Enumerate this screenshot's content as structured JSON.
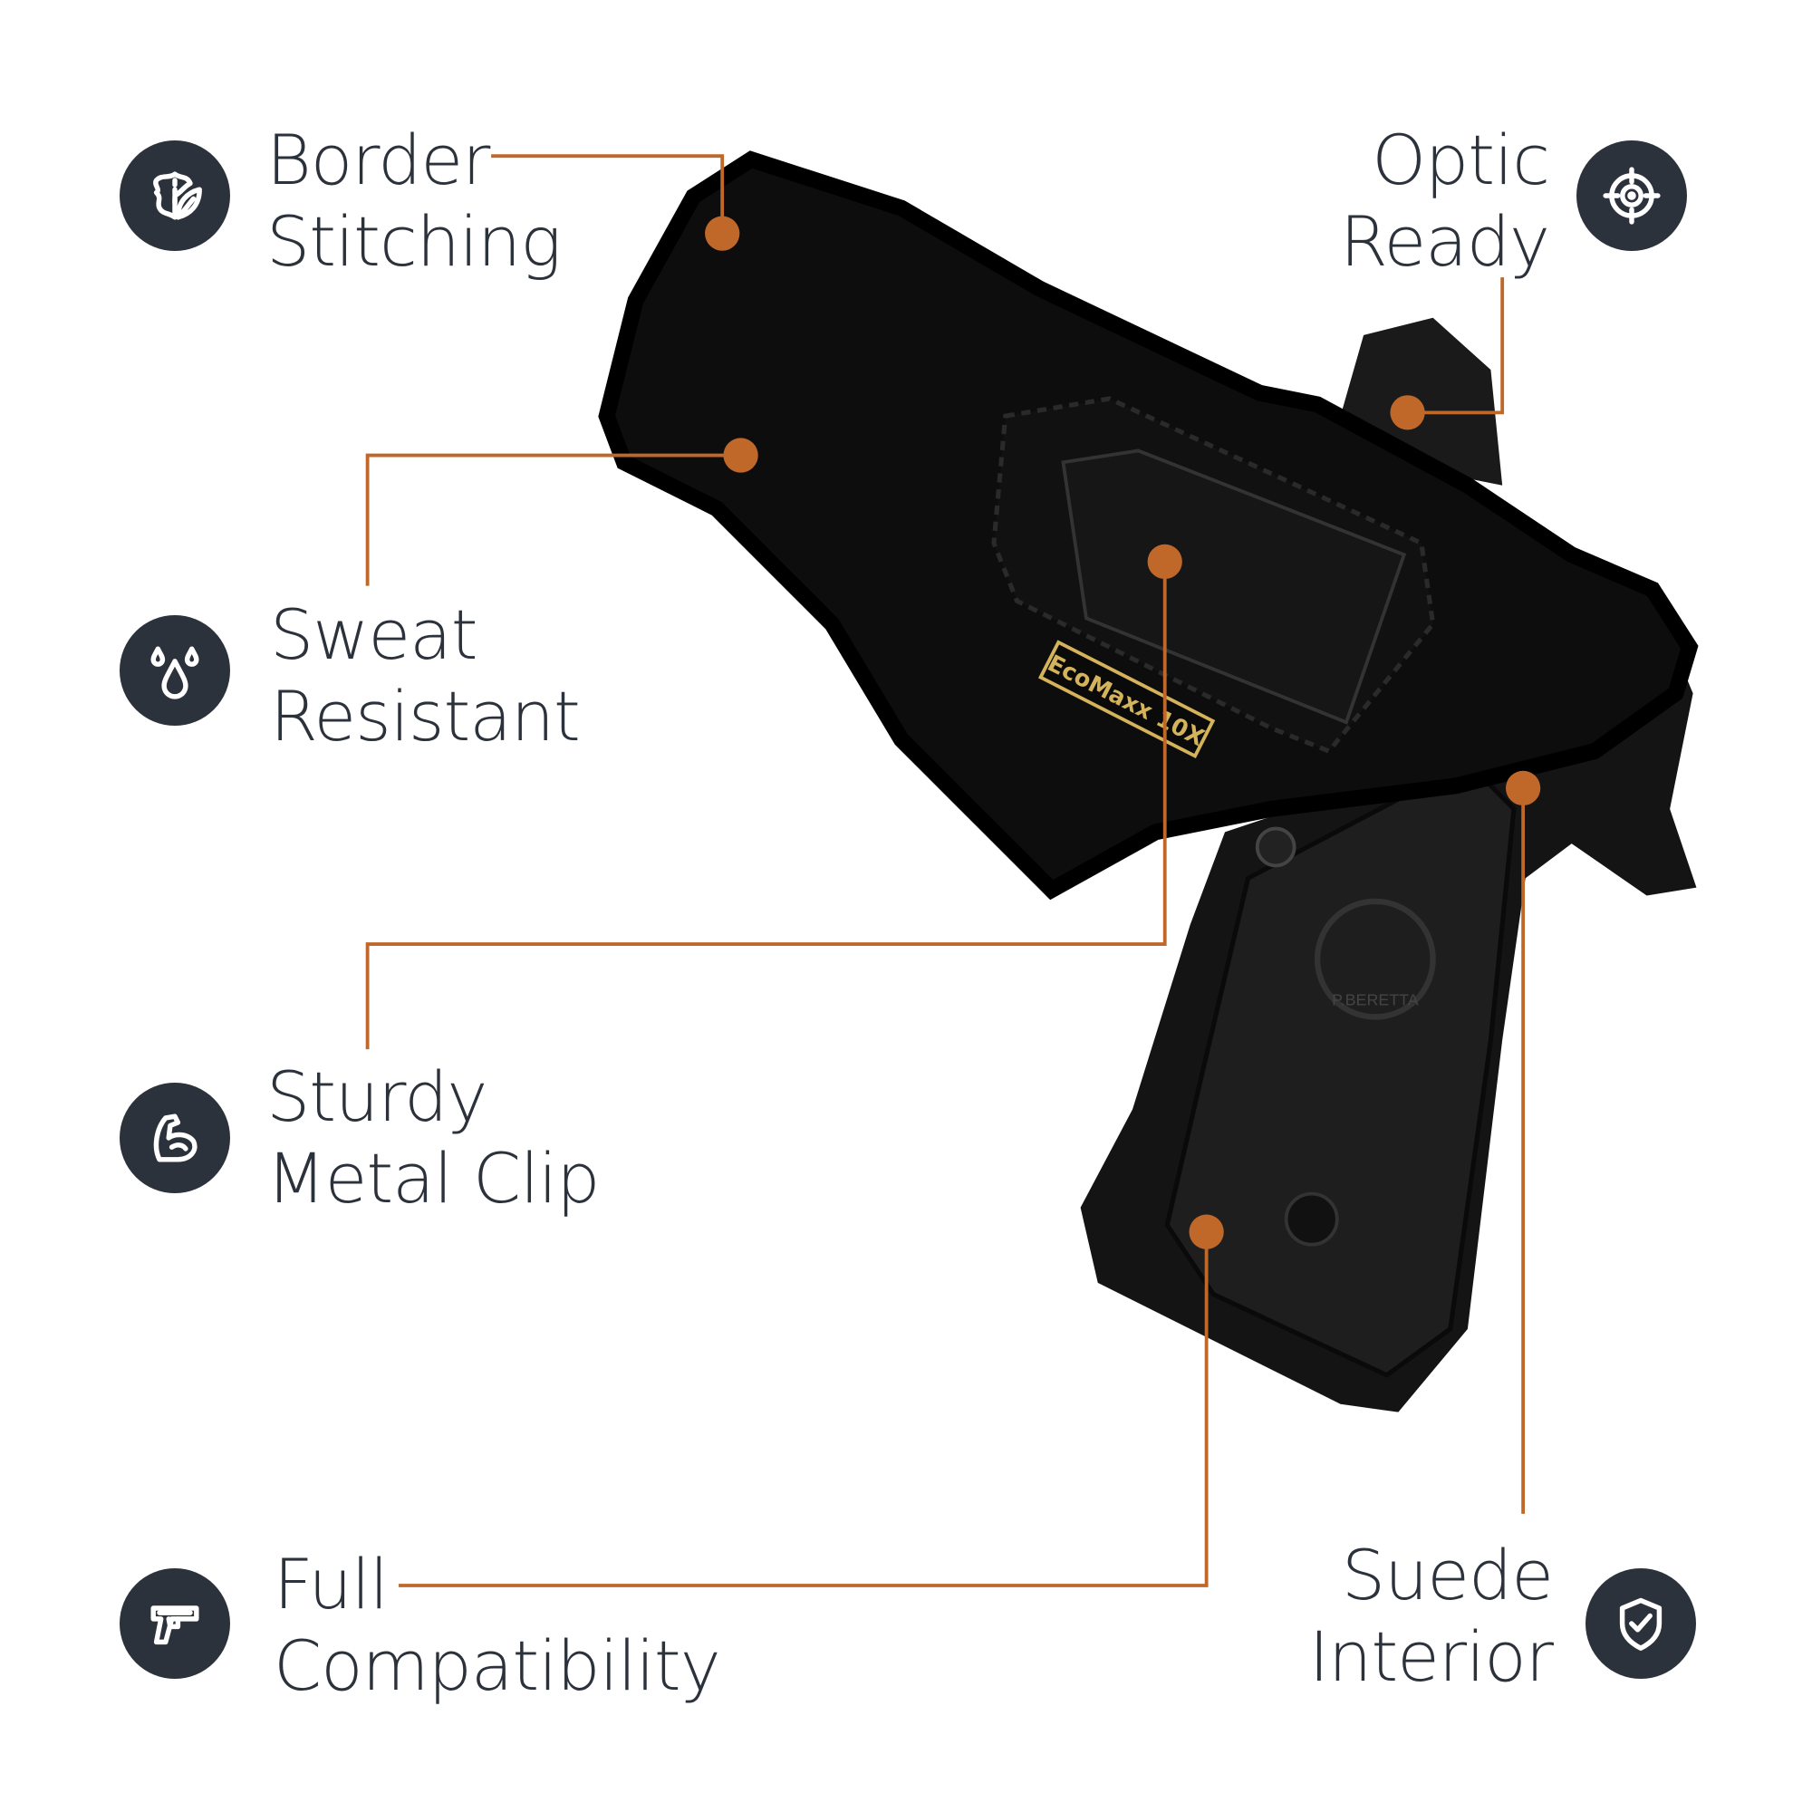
{
  "features": [
    {
      "id": "border-stitching",
      "lines": [
        "Border",
        "Stitching"
      ],
      "icon": "leather-leaf-icon"
    },
    {
      "id": "sweat-resistant",
      "lines": [
        "Sweat",
        "Resistant"
      ],
      "icon": "water-drops-icon"
    },
    {
      "id": "sturdy-metal-clip",
      "lines": [
        "Sturdy",
        "Metal Clip"
      ],
      "icon": "flexed-arm-icon"
    },
    {
      "id": "full-compatibility",
      "lines": [
        "Full",
        "Compatibility"
      ],
      "icon": "pistol-icon"
    },
    {
      "id": "optic-ready",
      "lines": [
        "Optic",
        "Ready"
      ],
      "icon": "crosshair-icon"
    },
    {
      "id": "suede-interior",
      "lines": [
        "Suede",
        "Interior"
      ],
      "icon": "shield-check-icon"
    }
  ],
  "product": {
    "badge": "EcoMaxx 10X",
    "grip_logo": "P.BERETTA"
  },
  "colors": {
    "accent": "#c0672a",
    "icon_bg": "#2c323b",
    "text": "#2c323b",
    "badge_gold": "#d4b35a"
  }
}
